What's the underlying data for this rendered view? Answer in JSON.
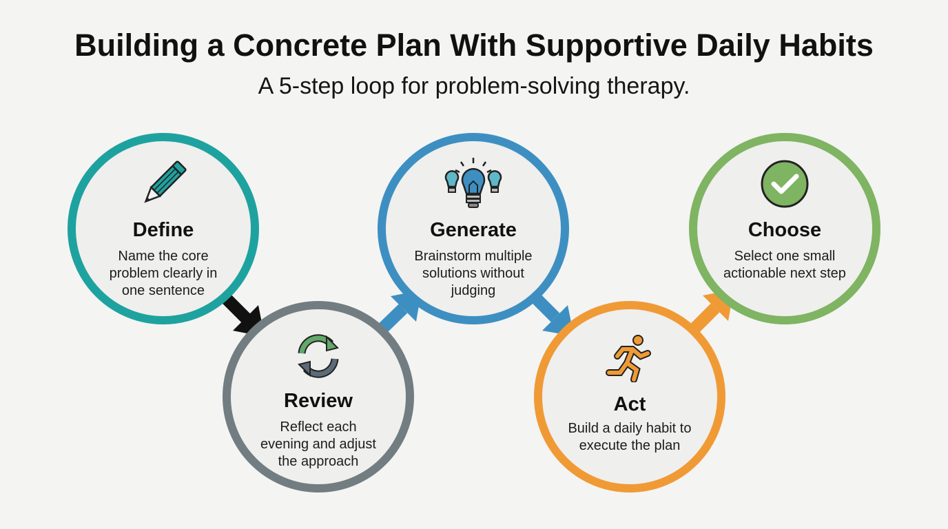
{
  "header": {
    "title": "Building a Concrete Plan With Supportive Daily Habits",
    "subtitle": "A 5-step loop for problem-solving therapy."
  },
  "steps": [
    {
      "label": "Define",
      "description": "Name the core problem clearly in one sentence",
      "icon": "pencil-icon",
      "color": "#1ea29f"
    },
    {
      "label": "Review",
      "description": "Reflect each evening and adjust the approach",
      "icon": "refresh-icon",
      "color": "#727d82"
    },
    {
      "label": "Generate",
      "description": "Brainstorm multiple solutions without judging",
      "icon": "lightbulb-icon",
      "color": "#3e8fc1"
    },
    {
      "label": "Act",
      "description": "Build a daily habit to execute the plan",
      "icon": "running-person-icon",
      "color": "#f09a36"
    },
    {
      "label": "Choose",
      "description": "Select one small actionable next step",
      "icon": "check-circle-icon",
      "color": "#7fb462"
    }
  ],
  "arrows": [
    {
      "from": "Define",
      "to": "Review",
      "color": "#111111"
    },
    {
      "from": "Review",
      "to": "Generate",
      "color": "#3e8fc1"
    },
    {
      "from": "Generate",
      "to": "Act",
      "color": "#3e8fc1"
    },
    {
      "from": "Act",
      "to": "Choose",
      "color": "#f09a36"
    }
  ]
}
